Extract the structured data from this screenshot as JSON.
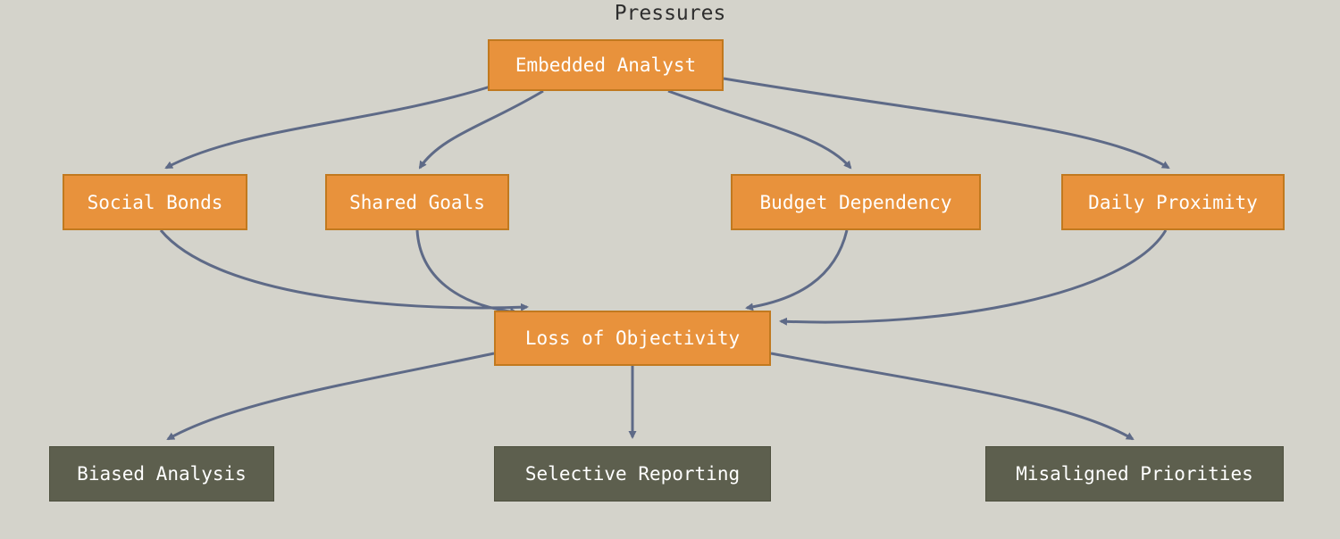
{
  "diagram": {
    "title": "Pressures",
    "nodes": {
      "embedded_analyst": "Embedded Analyst",
      "social_bonds": "Social Bonds",
      "shared_goals": "Shared Goals",
      "budget_dependency": "Budget Dependency",
      "daily_proximity": "Daily Proximity",
      "loss_of_objectivity": "Loss of Objectivity",
      "biased_analysis": "Biased Analysis",
      "selective_reporting": "Selective Reporting",
      "misaligned_priorities": "Misaligned Priorities"
    },
    "edges": [
      [
        "Embedded Analyst",
        "Social Bonds"
      ],
      [
        "Embedded Analyst",
        "Shared Goals"
      ],
      [
        "Embedded Analyst",
        "Budget Dependency"
      ],
      [
        "Embedded Analyst",
        "Daily Proximity"
      ],
      [
        "Social Bonds",
        "Loss of Objectivity"
      ],
      [
        "Shared Goals",
        "Loss of Objectivity"
      ],
      [
        "Budget Dependency",
        "Loss of Objectivity"
      ],
      [
        "Daily Proximity",
        "Loss of Objectivity"
      ],
      [
        "Loss of Objectivity",
        "Biased Analysis"
      ],
      [
        "Loss of Objectivity",
        "Selective Reporting"
      ],
      [
        "Loss of Objectivity",
        "Misaligned Priorities"
      ]
    ],
    "colors": {
      "background": "#D4D3CB",
      "pressure_fill": "#E8923C",
      "pressure_border": "#C1791F",
      "outcome_fill": "#5D5F4E",
      "arrow": "#5E6A87",
      "node_text": "#FFFFFF",
      "title_text": "#2E2E2E"
    }
  }
}
